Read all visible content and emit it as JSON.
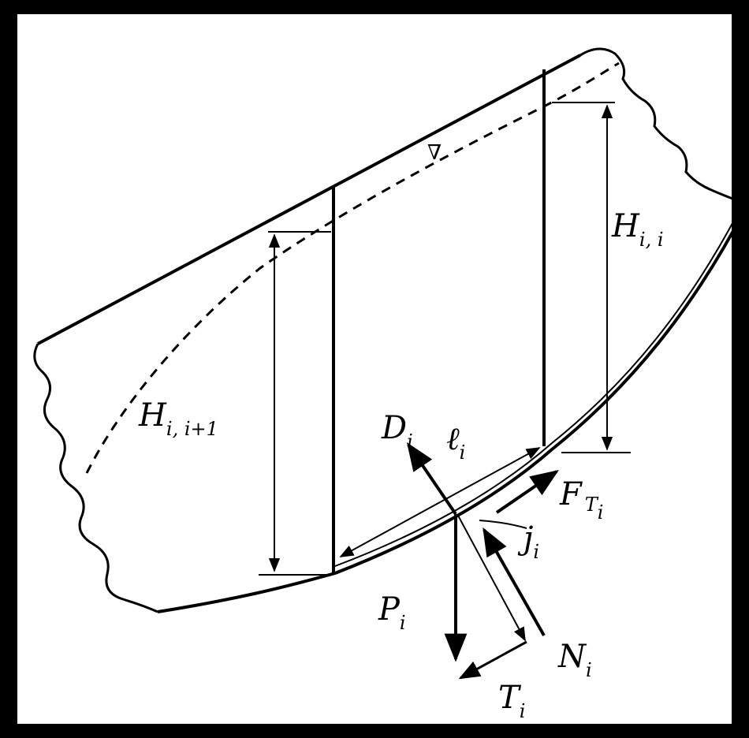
{
  "labels": {
    "h_right_main": "H",
    "h_right_sub": "i, i",
    "h_left_main": "H",
    "h_left_sub": "i, i+1",
    "d_main": "D",
    "d_sub": "i",
    "l_main": "ℓ",
    "l_sub": "i",
    "f_main": "F",
    "f_sub1": "T",
    "f_sub2": "i",
    "j_main": "j",
    "j_sub": "i",
    "p_main": "P",
    "p_sub": "i",
    "n_main": "N",
    "n_sub": "i",
    "t_main": "T",
    "t_sub": "i",
    "wl_symbol": "∇"
  },
  "colors": {
    "background": "#000000",
    "paper": "#ffffff",
    "ink": "#000000"
  }
}
